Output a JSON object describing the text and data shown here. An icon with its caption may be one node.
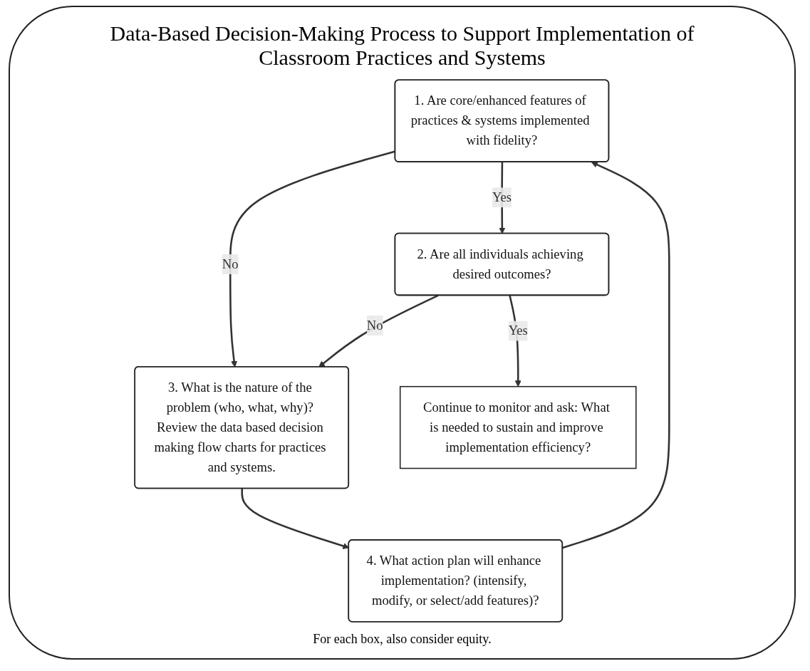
{
  "diagram": {
    "title": "Data-Based Decision-Making Process to Support Implementation of Classroom Practices and Systems",
    "caption": "For each box, also consider equity.",
    "nodes": [
      {
        "text": [
          "1. Are core/enhanced features of practices & systems implemented with fidelity?"
        ]
      },
      {
        "text": [
          "2. Are all individuals achieving desired outcomes?"
        ]
      },
      {
        "text": [
          "3. What is the nature of the problem (who, what, why)? Review the data based decision making flow charts for practices and systems."
        ]
      },
      {
        "text": [
          "4. What action plan will enhance implementation? (intensify, modify, or select/add features)?"
        ]
      },
      {
        "text": [
          "Continue to monitor and ask: What is needed to sustain and improve implementation efficiency?"
        ]
      }
    ],
    "edges": [
      {
        "from": 0,
        "to": 1,
        "arrow": "to",
        "label": "Yes"
      },
      {
        "from": 0,
        "to": 2,
        "arrow": "to",
        "label": "No"
      },
      {
        "from": 1,
        "to": 2,
        "arrow": "to",
        "label": "No"
      },
      {
        "from": 1,
        "to": 4,
        "arrow": "to",
        "label": "Yes"
      },
      {
        "from": 2,
        "to": 3,
        "arrow": "to"
      },
      {
        "from": 3,
        "to": 0,
        "arrow": "to"
      }
    ]
  }
}
